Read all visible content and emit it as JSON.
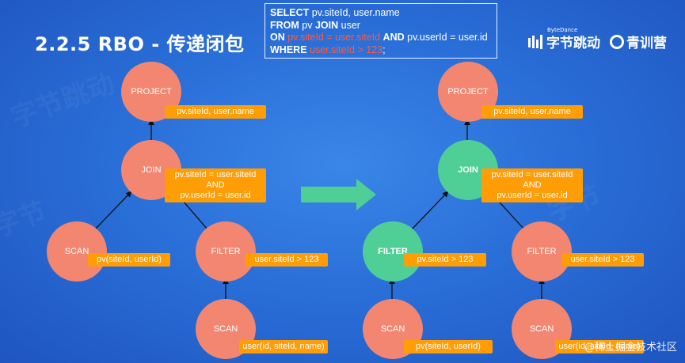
{
  "title": "2.2.5 RBO - 传递闭包",
  "sql": {
    "line1_kw": "SELECT",
    "line1_rest": " pv.siteId, user.name",
    "line2_kw1": "FROM",
    "line2_mid": " pv ",
    "line2_kw2": "JOIN",
    "line2_rest": " user",
    "line3_kw1": "ON",
    "line3_red": " pv.siteId = user.siteId ",
    "line3_kw2": "AND",
    "line3_rest": " pv.userId = user.id",
    "line4_kw": "WHERE",
    "line4_red": " user.siteId > 123",
    "line4_end": ";"
  },
  "logos": {
    "bytedance_small": "ByteDance",
    "bytedance_cn": "字节跳动",
    "qingxun_cn": "青训营"
  },
  "watermark": "@稀土掘金技术社区",
  "colors": {
    "node": "#f28670",
    "node_new": "#4fcf96",
    "label": "#ff9d07",
    "arrow": "#4fcf96"
  },
  "left_tree": {
    "project": {
      "name": "PROJECT",
      "label": "pv.siteId, user.name"
    },
    "join": {
      "name": "JOIN",
      "label": [
        "pv.siteId = user.siteId",
        "AND",
        "pv.userId = user.id"
      ]
    },
    "scan_pv": {
      "name": "SCAN",
      "label": "pv(siteId, userId)"
    },
    "filter": {
      "name": "FILTER",
      "label": "user.siteId > 123"
    },
    "scan_user": {
      "name": "SCAN",
      "label": "user(id, siteId, name)"
    }
  },
  "right_tree": {
    "project": {
      "name": "PROJECT",
      "label": "pv.siteId, user.name"
    },
    "join": {
      "name": "JOIN",
      "label": [
        "pv.siteId = user.siteId",
        "AND",
        "pv.userId = user.id"
      ]
    },
    "filter_pv": {
      "name": "FILTER",
      "label": "pv.siteId > 123"
    },
    "filter_user": {
      "name": "FILTER",
      "label": "user.siteId > 123"
    },
    "scan_pv": {
      "name": "SCAN",
      "label": "pv(siteId, userId)"
    },
    "scan_user": {
      "name": "SCAN",
      "label": "user(id, siteId, name)"
    }
  }
}
